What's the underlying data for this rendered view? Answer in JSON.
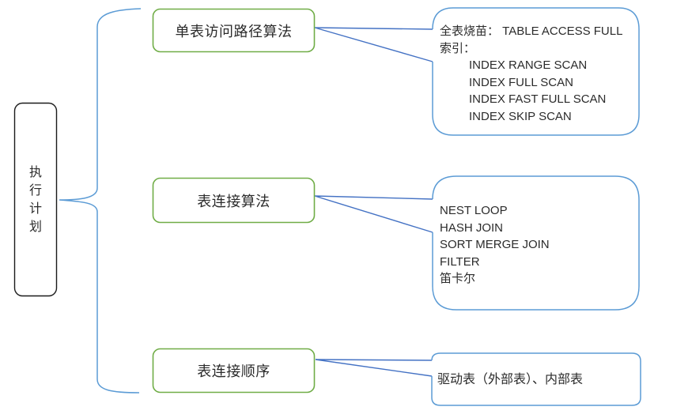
{
  "root": {
    "label": "执行计划"
  },
  "branches": [
    {
      "label": "单表访问路径算法",
      "lines": [
        {
          "text": "全表烧苗： TABLE ACCESS FULL",
          "indent": false
        },
        {
          "text": "索引：",
          "indent": false
        },
        {
          "text": "INDEX RANGE SCAN",
          "indent": true
        },
        {
          "text": "INDEX FULL SCAN",
          "indent": true
        },
        {
          "text": "INDEX FAST FULL SCAN",
          "indent": true
        },
        {
          "text": "INDEX SKIP SCAN",
          "indent": true
        }
      ]
    },
    {
      "label": "表连接算法",
      "lines": [
        {
          "text": "NEST LOOP",
          "indent": false
        },
        {
          "text": "HASH JOIN",
          "indent": false
        },
        {
          "text": "SORT MERGE JOIN",
          "indent": false
        },
        {
          "text": "FILTER",
          "indent": false
        },
        {
          "text": "笛卡尔",
          "indent": false
        }
      ]
    },
    {
      "label": "表连接顺序",
      "lines": [
        {
          "text": "驱动表（外部表）、内部表",
          "indent": false
        }
      ]
    }
  ],
  "colors": {
    "root_border": "#1a1a1a",
    "node_border": "#70ad47",
    "detail_border": "#5b9bd5",
    "brace": "#5b9bd5",
    "connector": "#4472c4",
    "text": "#2b2b2b",
    "background": "#ffffff"
  }
}
